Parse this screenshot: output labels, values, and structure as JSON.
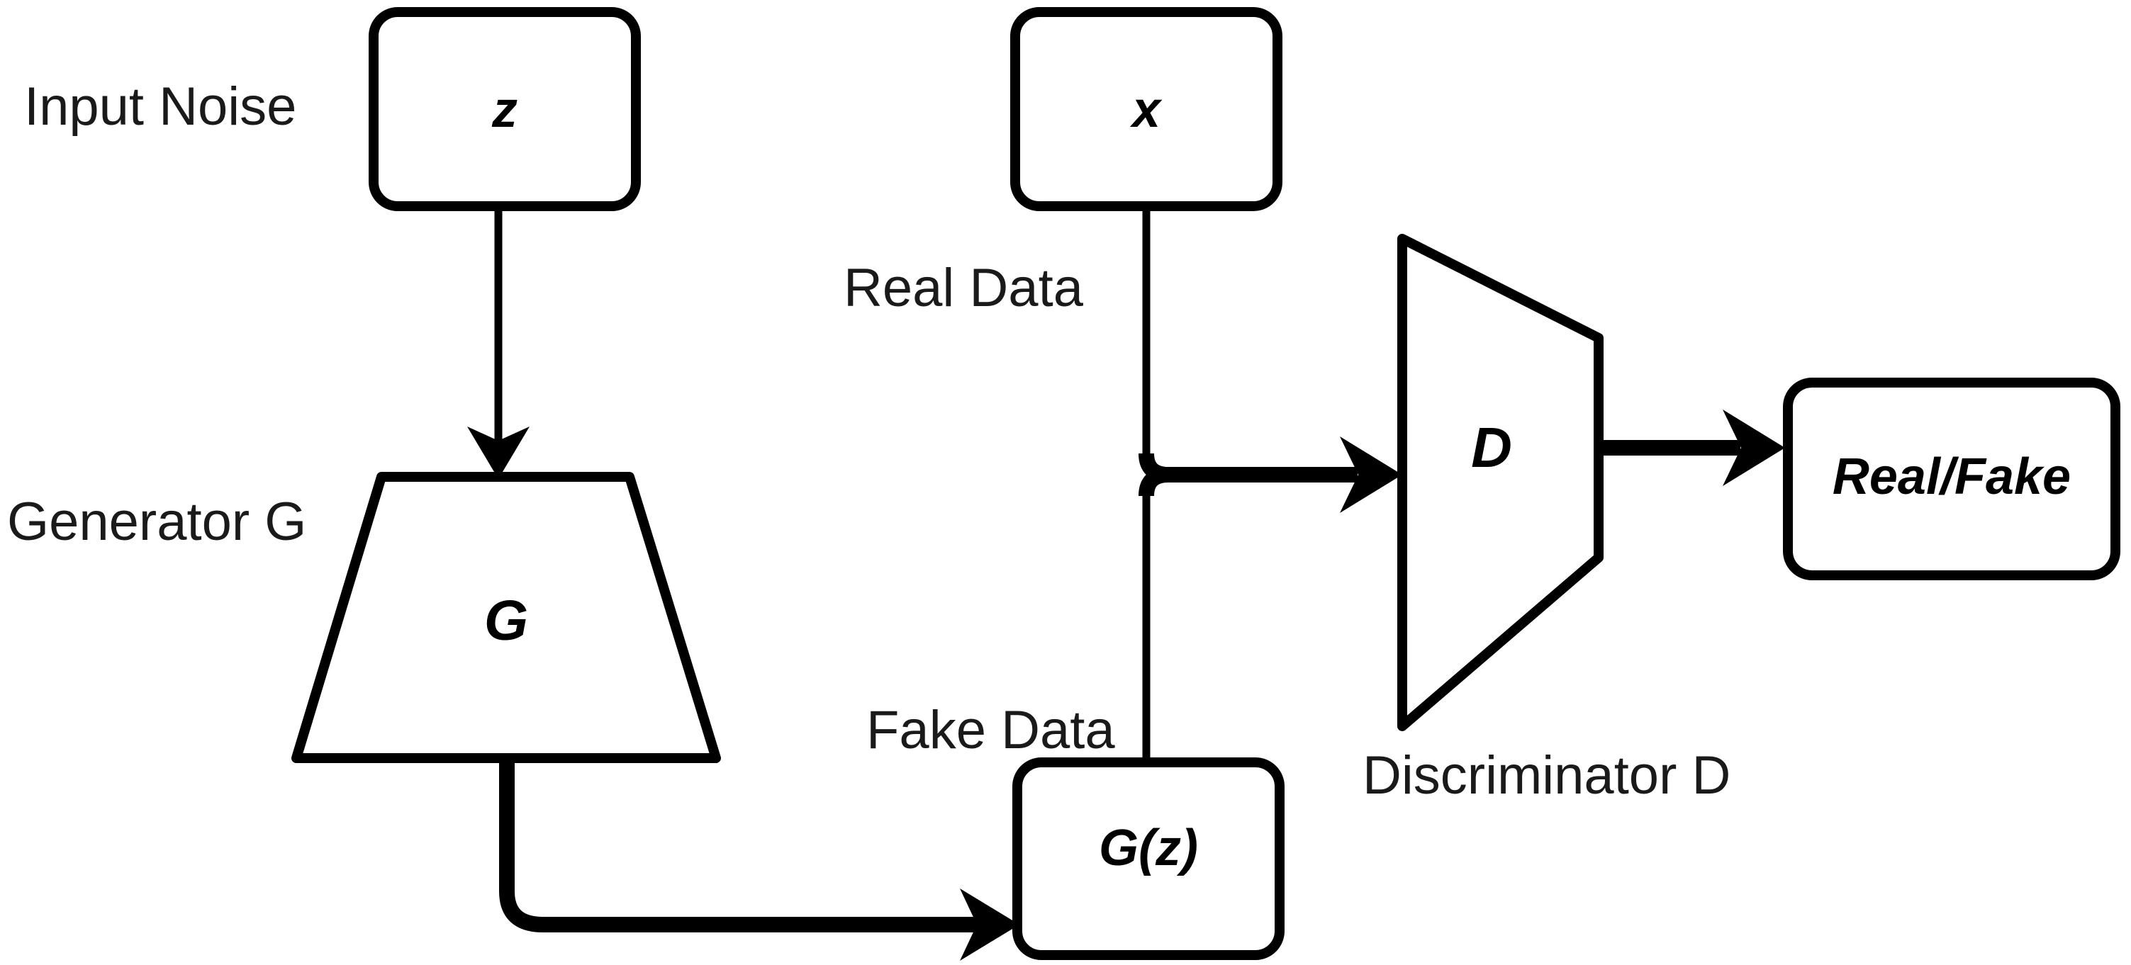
{
  "diagram": {
    "title": "Generative Adversarial Network (GAN) architecture",
    "background_color": "#ffffff",
    "stroke_color": "#000000",
    "nodes": {
      "noise": {
        "label": "z",
        "shape": "rounded-rect"
      },
      "real": {
        "label": "x",
        "shape": "rounded-rect"
      },
      "generator": {
        "label": "G",
        "shape": "trapezoid"
      },
      "fake": {
        "label": "G(z)",
        "shape": "rounded-rect"
      },
      "discriminator": {
        "label": "D",
        "shape": "trapezoid"
      },
      "output": {
        "label": "Real/Fake",
        "shape": "rounded-rect"
      }
    },
    "labels": {
      "input_noise": "Input Noise",
      "generator_name": "Generator G",
      "real_data": "Real Data",
      "fake_data": "Fake Data",
      "discriminator_name": "Discriminator D"
    },
    "edges": [
      {
        "from": "z",
        "to": "G",
        "arrow": true
      },
      {
        "from": "G",
        "to": "G(z)",
        "arrow": true
      },
      {
        "from": "x",
        "to": "D",
        "arrow": true
      },
      {
        "from": "G(z)",
        "to": "D",
        "arrow": true
      },
      {
        "from": "D",
        "to": "Real/Fake",
        "arrow": true
      }
    ]
  }
}
